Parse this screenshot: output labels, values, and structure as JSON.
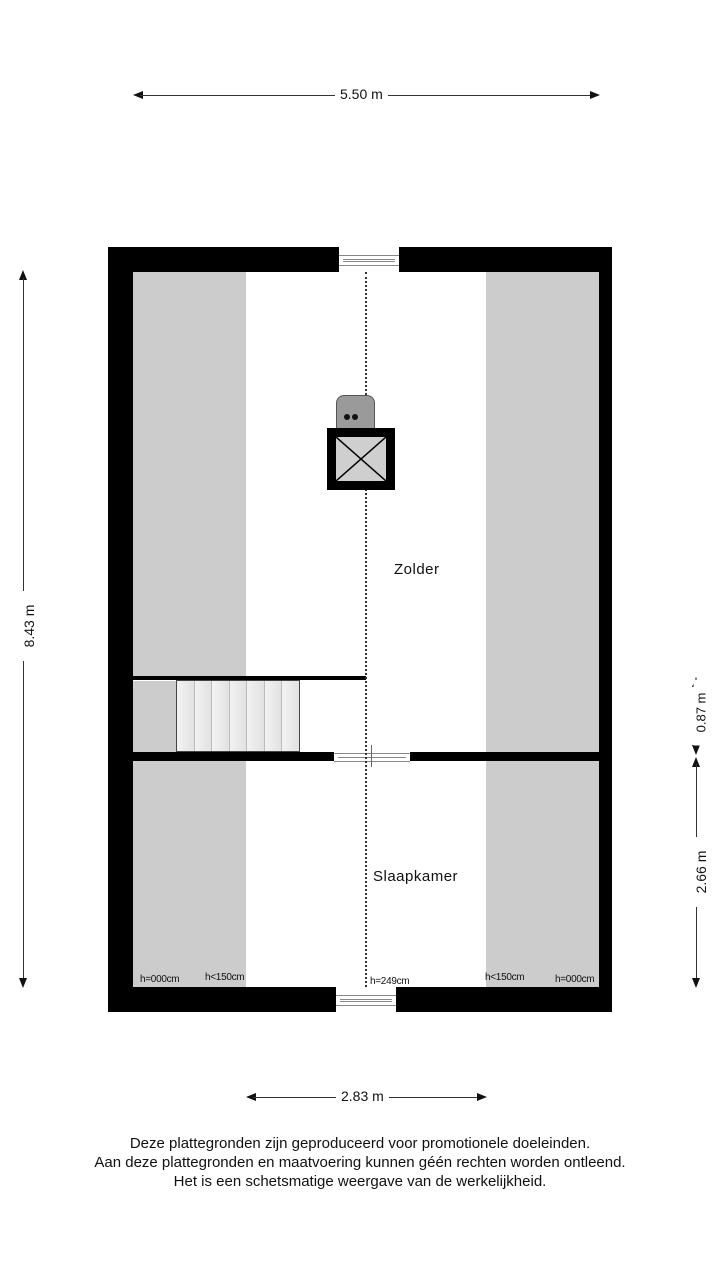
{
  "floorplan": {
    "dimensions": {
      "top_width": "5.50 m",
      "left_height": "8.43 m",
      "right_upper": "0.87 m",
      "right_lower": "2.66 m",
      "bottom_width": "2.83 m"
    },
    "rooms": [
      {
        "name": "Zolder"
      },
      {
        "name": "Slaapkamer"
      }
    ],
    "height_labels": {
      "left_outer": "h=000cm",
      "left_inner": "h<150cm",
      "center": "h=249cm",
      "right_inner": "h<150cm",
      "right_outer": "h=000cm"
    },
    "icons": {
      "hatch": "roof-hatch-icon",
      "boiler": "boiler-icon",
      "stairs": "staircase-icon"
    },
    "colors": {
      "wall": "#000000",
      "slope_area": "#cccccc",
      "floor": "#ffffff",
      "stairs": "#ececec"
    }
  },
  "disclaimer": {
    "line1": "Deze plattegronden zijn geproduceerd voor promotionele doeleinden.",
    "line2": "Aan deze plattegronden en maatvoering kunnen géén rechten worden ontleend.",
    "line3": "Het is een schetsmatige weergave van de werkelijkheid."
  }
}
